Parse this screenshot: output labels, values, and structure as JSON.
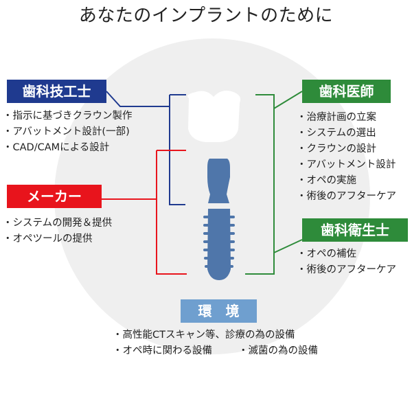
{
  "title": "あなたのインプラントのために",
  "colors": {
    "tech": "#1f3a8f",
    "maker": "#e8141c",
    "doctor": "#2e8b3a",
    "environment": "#6f9fcf",
    "background_circle": "#efefef",
    "implant": "#4f76aa"
  },
  "groups": {
    "technician": {
      "label": "歯科技工士",
      "items": [
        "・指示に基づきクラウン製作",
        "・アバットメント設計(一部)",
        "・CAD/CAMによる設計"
      ]
    },
    "maker": {
      "label": "メーカー",
      "items": [
        "・システムの開発＆提供",
        "・オペツールの提供"
      ]
    },
    "doctor": {
      "label": "歯科医師",
      "items": [
        "・治療計画の立案",
        "・システムの選出",
        "・クラウンの設計",
        "・アバットメント設計",
        "・オペの実施",
        "・術後のアフターケア"
      ]
    },
    "hygienist": {
      "label": "歯科衛生士",
      "items": [
        "・オペの補佐",
        "・術後のアフターケア"
      ]
    },
    "environment": {
      "label": "環　境",
      "line1": "・高性能CTスキャン等、診療の為の設備",
      "line2a": "・オペ時に関わる設備",
      "line2b": "・滅菌の為の設備"
    }
  }
}
